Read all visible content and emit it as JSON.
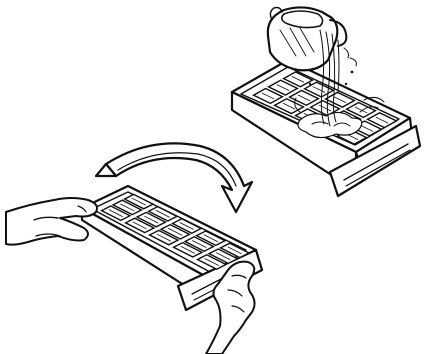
{
  "illustration": {
    "top_panel": {
      "subject": "filling-ice-tray",
      "elements": [
        "pitcher-icon",
        "water-stream",
        "ice-tray-in-drawer"
      ]
    },
    "bottom_panel": {
      "subject": "twisting-ice-tray",
      "elements": [
        "twist-arrow-icon",
        "hands",
        "ice-tray"
      ]
    },
    "colors": {
      "line": "#111111",
      "background": "#ffffff"
    }
  }
}
